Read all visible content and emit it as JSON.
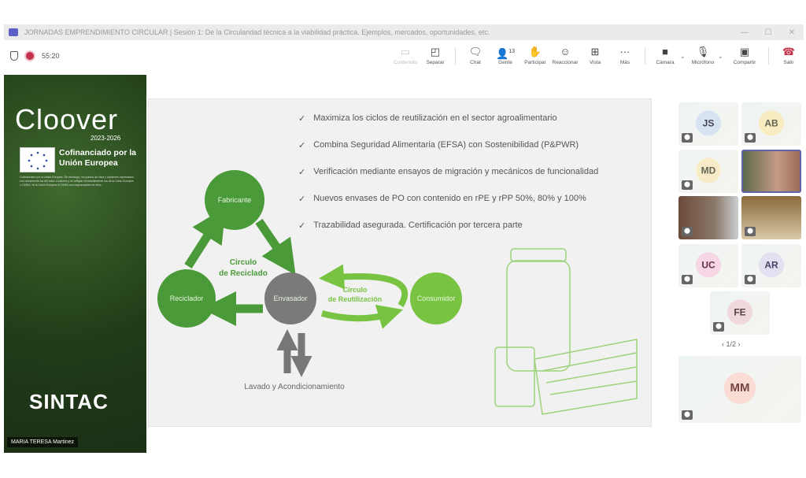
{
  "window": {
    "title": "JORNADAS EMPRENDIMIENTO CIRCULAR | Sesión 1: De la Circularidad técnica a la viabilidad práctica. Ejemplos, mercados, oportunidades, etc.",
    "min": "—",
    "max": "☐",
    "close": "✕"
  },
  "toolbar": {
    "timer": "55:20",
    "buttons": [
      {
        "label": "Contenido",
        "icon": "share-tray-icon"
      },
      {
        "label": "Separar",
        "icon": "pop-out-icon"
      },
      {
        "label": "Chat",
        "icon": "chat-icon"
      },
      {
        "label": "Gente",
        "icon": "people-icon",
        "count": "13"
      },
      {
        "label": "Participar",
        "icon": "raise-hand-icon"
      },
      {
        "label": "Reaccionar",
        "icon": "emoji-icon"
      },
      {
        "label": "Vista",
        "icon": "grid-icon"
      },
      {
        "label": "Más",
        "icon": "more-icon"
      },
      {
        "label": "Cámara",
        "icon": "camera-off-icon"
      },
      {
        "label": "Micrófono",
        "icon": "mic-off-icon"
      },
      {
        "label": "Compartir",
        "icon": "share-icon"
      },
      {
        "label": "Salir",
        "icon": "hang-up-icon"
      }
    ]
  },
  "slide": {
    "brand": "Cloover",
    "years": "2023-2026",
    "eu": "Cofinanciado por la Unión Europea",
    "disclaimer": "Cofinanciado por la Unión Europea. Sin embargo, los puntos de vista y opiniones expresados son únicamente los del autor o autores y no reflejan necesariamente los de la Unión Europea o CINEA. Ni la Unión Europea ni CINEA son responsables de ellos.",
    "sponsor": "SINTAC",
    "presenter": "MARIA TERESA Martinez",
    "bullets": [
      "Maximiza los ciclos de reutilización en el sector agroalimentario",
      "Combina Seguridad Alimentaria (EFSA) con Sostenibilidad (P&PWR)",
      "Verificación mediante ensayos de migración y mecánicos de funcionalidad",
      "Nuevos envases de PO con contenido en rPE y rPP 50%, 80% y 100%",
      "Trazabilidad asegurada. Certificación por tercera parte"
    ],
    "nodes": {
      "fabricante": "Fabricante",
      "reciclador": "Reciclador",
      "envasador": "Envasador",
      "consumidor": "Consumidor"
    },
    "recycle_loop": [
      "Circulo",
      "de Reciclado"
    ],
    "reuse_loop": [
      "Circulo",
      "de Reutilización"
    ],
    "washing": "Lavado y Acondicionamiento"
  },
  "participants": [
    {
      "initials": "JS",
      "color": "#d7e3f0"
    },
    {
      "initials": "AB",
      "color": "#f8ecc0"
    },
    {
      "initials": "MD",
      "color": "#f8ecc8"
    },
    {
      "initials": "video"
    },
    {
      "initials": "video"
    },
    {
      "initials": "video"
    },
    {
      "initials": "UC",
      "color": "#f6d6e4"
    },
    {
      "initials": "AR",
      "color": "#e3e0f2"
    },
    {
      "initials": "FE",
      "color": "#f0d8dc"
    }
  ],
  "pager": "1/2",
  "self": {
    "initials": "MM"
  }
}
